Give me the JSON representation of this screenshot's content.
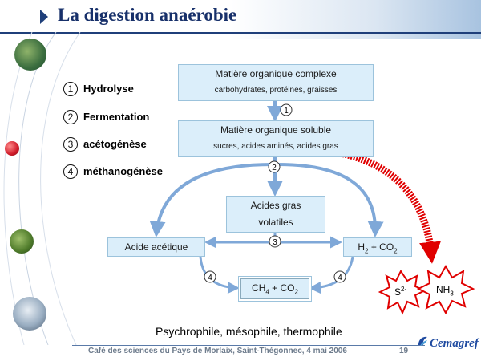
{
  "header": {
    "title": "La digestion anaérobie",
    "accent_color": "#1f3f7a",
    "title_color": "#17306a"
  },
  "steps": [
    {
      "number": "1",
      "label": "Hydrolyse"
    },
    {
      "number": "2",
      "label": "Fermentation"
    },
    {
      "number": "3",
      "label": "acétogénèse"
    },
    {
      "number": "4",
      "label": "méthanogénèse"
    }
  ],
  "diagram": {
    "box_color": "#dbeefa",
    "arrow_color": "#7fa8d8",
    "highlight_color": "#e00000",
    "complex": {
      "title": "Matière organique complexe",
      "detail": "carbohydrates, protéines, graisses"
    },
    "soluble": {
      "title": "Matière organique soluble",
      "detail_start": "sucres, ",
      "detail_highlight": "acides aminés",
      "detail_end": ", acides gras"
    },
    "volatile": {
      "line1": "Acides gras",
      "line2": "volatiles"
    },
    "acetic": {
      "label": "Acide acétique"
    },
    "hydrogen": {
      "h2": "H",
      "h2_sub": "2",
      "plus": " + CO",
      "co2_sub": "2"
    },
    "methane": {
      "ch": "CH",
      "ch_sub": "4",
      "plus": " + CO",
      "co2_sub": "2"
    },
    "step_markers": {
      "s1": "1",
      "s2": "2",
      "s3": "3",
      "s4a": "4",
      "s4b": "4"
    },
    "products": {
      "sulfide": {
        "base": "S",
        "sup": "2-"
      },
      "ammonia": {
        "base": "NH",
        "sub": "3"
      }
    }
  },
  "conditions": "Psychrophile, mésophile, thermophile",
  "footer": {
    "text": "Café des sciences du Pays de Morlaix, Saint-Thégonnec, 4 mai 2006",
    "page_number": "19",
    "logo": "Cemagref"
  }
}
